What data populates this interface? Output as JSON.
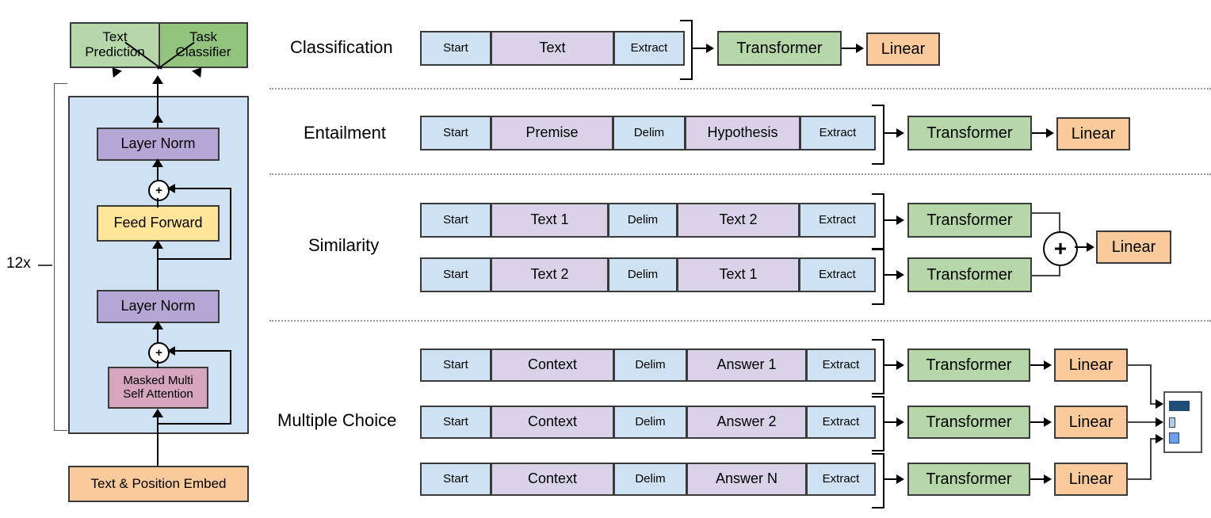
{
  "figure": {
    "title": "GPT transformer architecture and input transformations",
    "repeat_label": "12x"
  },
  "left_model": {
    "heads": [
      {
        "label": "Text Prediction",
        "color": "#b6d7a8"
      },
      {
        "label": "Task Classifier",
        "color": "#93c47d"
      }
    ],
    "blocks": [
      {
        "label": "Layer Norm",
        "color": "#b4a7d6"
      },
      {
        "label": "Feed Forward",
        "color": "#ffe599"
      },
      {
        "label": "Layer Norm",
        "color": "#b4a7d6"
      },
      {
        "label": "Masked Multi Self Attention",
        "line1": "Masked Multi",
        "line2": "Self Attention",
        "color": "#d5a6bd"
      }
    ],
    "embed": {
      "label": "Text & Position Embed",
      "color": "#f9cb9c"
    },
    "residual_symbol": "+",
    "panel_color": "#cfe2f3"
  },
  "tasks": [
    {
      "name": "Classification",
      "rows": [
        {
          "tokens": [
            {
              "label": "Start",
              "type": "special"
            },
            {
              "label": "Text",
              "type": "content"
            },
            {
              "label": "Extract",
              "type": "special"
            }
          ],
          "transformer": "Transformer",
          "linear": "Linear"
        }
      ]
    },
    {
      "name": "Entailment",
      "rows": [
        {
          "tokens": [
            {
              "label": "Start",
              "type": "special"
            },
            {
              "label": "Premise",
              "type": "content"
            },
            {
              "label": "Delim",
              "type": "special"
            },
            {
              "label": "Hypothesis",
              "type": "content"
            },
            {
              "label": "Extract",
              "type": "special"
            }
          ],
          "transformer": "Transformer",
          "linear": "Linear"
        }
      ]
    },
    {
      "name": "Similarity",
      "combine_symbol": "+",
      "linear": "Linear",
      "rows": [
        {
          "tokens": [
            {
              "label": "Start",
              "type": "special"
            },
            {
              "label": "Text 1",
              "type": "content"
            },
            {
              "label": "Delim",
              "type": "special"
            },
            {
              "label": "Text 2",
              "type": "content"
            },
            {
              "label": "Extract",
              "type": "special"
            }
          ],
          "transformer": "Transformer"
        },
        {
          "tokens": [
            {
              "label": "Start",
              "type": "special"
            },
            {
              "label": "Text 2",
              "type": "content"
            },
            {
              "label": "Delim",
              "type": "special"
            },
            {
              "label": "Text 1",
              "type": "content"
            },
            {
              "label": "Extract",
              "type": "special"
            }
          ],
          "transformer": "Transformer"
        }
      ]
    },
    {
      "name": "Multiple Choice",
      "rows": [
        {
          "tokens": [
            {
              "label": "Start",
              "type": "special"
            },
            {
              "label": "Context",
              "type": "content"
            },
            {
              "label": "Delim",
              "type": "special"
            },
            {
              "label": "Answer 1",
              "type": "content"
            },
            {
              "label": "Extract",
              "type": "special"
            }
          ],
          "transformer": "Transformer",
          "linear": "Linear"
        },
        {
          "tokens": [
            {
              "label": "Start",
              "type": "special"
            },
            {
              "label": "Context",
              "type": "content"
            },
            {
              "label": "Delim",
              "type": "special"
            },
            {
              "label": "Answer 2",
              "type": "content"
            },
            {
              "label": "Extract",
              "type": "special"
            }
          ],
          "transformer": "Transformer",
          "linear": "Linear"
        },
        {
          "tokens": [
            {
              "label": "Start",
              "type": "special"
            },
            {
              "label": "Context",
              "type": "content"
            },
            {
              "label": "Delim",
              "type": "special"
            },
            {
              "label": "Answer N",
              "type": "content"
            },
            {
              "label": "Extract",
              "type": "special"
            }
          ],
          "transformer": "Transformer",
          "linear": "Linear"
        }
      ],
      "softmax_bars": [
        {
          "value": 0.72,
          "color": "#1f4e79"
        },
        {
          "value": 0.1,
          "color": "#b7cbe0"
        },
        {
          "value": 0.33,
          "color": "#6d9eeb"
        }
      ]
    }
  ],
  "colors": {
    "special_token": "#cfe2f3",
    "content_token": "#d9d2e9",
    "transformer": "#b6d7a8",
    "linear": "#f9cb9c",
    "border": "#3a3a3a",
    "separator": "#999999"
  }
}
